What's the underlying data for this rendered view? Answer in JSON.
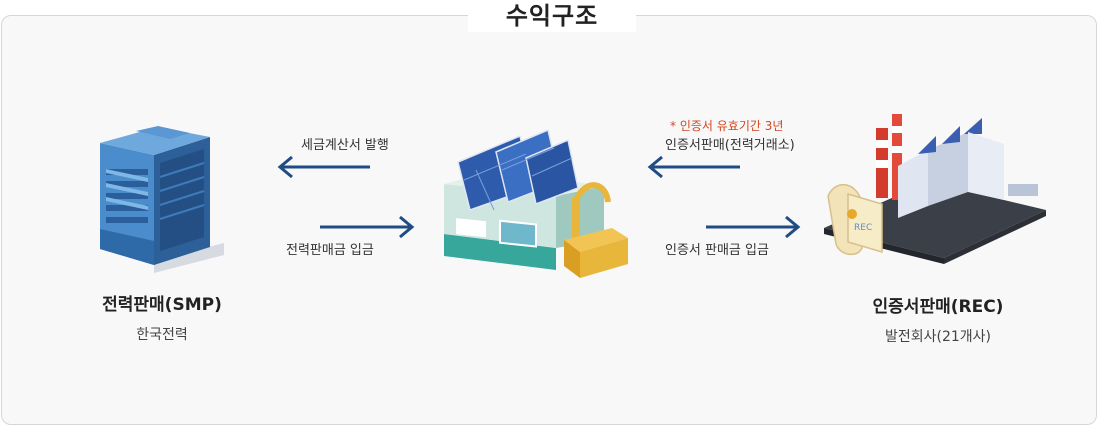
{
  "title": "수익구조",
  "left": {
    "name": "전력판매(SMP)",
    "sub": "한국전력",
    "icon": "office-building-icon"
  },
  "center": {
    "icon": "solar-power-plant-icon"
  },
  "right": {
    "name": "인증서판매(REC)",
    "sub": "발전회사(21개사)",
    "icon": "factory-icon",
    "scroll_text": "REC"
  },
  "flows": {
    "tax_invoice": "세금계산서 발행",
    "power_payment": "전력판매금 입금",
    "cert_note": "* 인증서 유효기간 3년",
    "cert_sale": "인증서판매(전력거래소)",
    "cert_payment": "인증서 판매금 입금"
  },
  "colors": {
    "arrow": "#1f4c82",
    "note": "#d2461e",
    "building": "#3b78b8",
    "panel": "#2f5fb0"
  }
}
